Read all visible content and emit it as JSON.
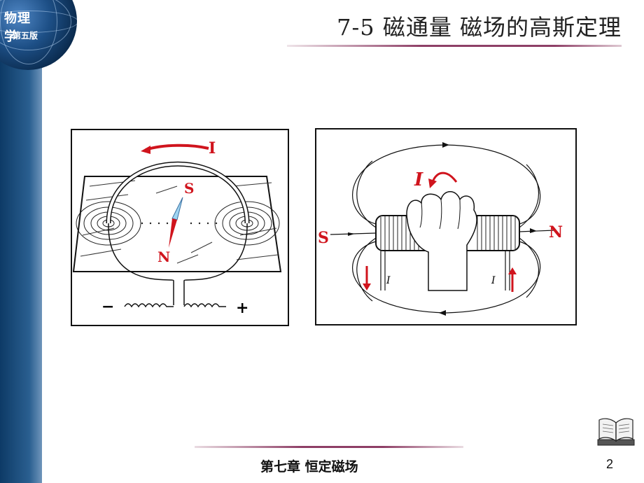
{
  "header": {
    "book_title": "物理学",
    "book_edition": "第五版",
    "slide_title": "7-5   磁通量  磁场的高斯定理"
  },
  "figure_left": {
    "current_label": "I",
    "pole_s": "S",
    "pole_n": "N",
    "minus_sign": "−",
    "plus_sign": "+"
  },
  "figure_right": {
    "current_label": "I",
    "pole_s": "S",
    "pole_n": "N",
    "wire_label_left": "I",
    "wire_label_right": "I"
  },
  "footer": {
    "chapter": "第七章  恒定磁场",
    "page_number": "2"
  },
  "colors": {
    "sidebar": "#1d4f86",
    "accent_rule": "#8e3f66",
    "arrow_red": "#d0141d"
  }
}
